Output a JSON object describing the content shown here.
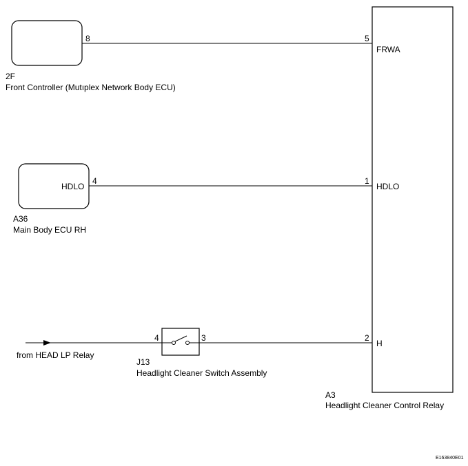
{
  "components": {
    "front_controller": {
      "code": "2F",
      "name": "Front Controller (Mutıplex Network Body ECU)",
      "pin": "8"
    },
    "main_body_ecu": {
      "code": "A36",
      "name": "Main Body ECU RH",
      "pin": "4",
      "terminal": "HDLO"
    },
    "switch_assembly": {
      "code": "J13",
      "name": "Headlight Cleaner Switch Assembly",
      "pin_in": "4",
      "pin_out": "3"
    },
    "relay": {
      "code": "A3",
      "name": "Headlight Cleaner Control Relay",
      "terminals": [
        {
          "pin": "5",
          "label": "FRWA"
        },
        {
          "pin": "1",
          "label": "HDLO"
        },
        {
          "pin": "2",
          "label": "H"
        }
      ]
    }
  },
  "source": {
    "label": "from HEAD LP Relay"
  },
  "figure_code": "E163840E01"
}
